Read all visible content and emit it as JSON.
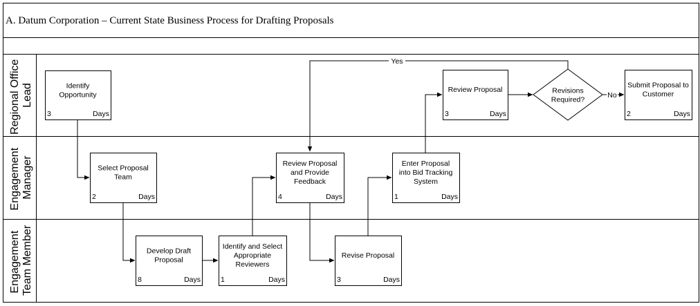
{
  "diagram": {
    "title": "A. Datum Corporation – Current State Business Process for Drafting Proposals",
    "lanes": [
      {
        "id": "rol",
        "label_lines": [
          "Regional Office",
          "Lead"
        ]
      },
      {
        "id": "em",
        "label_lines": [
          "Engagement",
          "Manager"
        ]
      },
      {
        "id": "etm",
        "label_lines": [
          "Engagement",
          "Team Member"
        ]
      }
    ],
    "unit_label": "Days",
    "steps": [
      {
        "id": "identify-opportunity",
        "lane": "rol",
        "lines": [
          "Identify",
          "Opportunity"
        ],
        "days": "3"
      },
      {
        "id": "select-proposal-team",
        "lane": "em",
        "lines": [
          "Select Proposal",
          "Team"
        ],
        "days": "2"
      },
      {
        "id": "develop-draft-proposal",
        "lane": "etm",
        "lines": [
          "Develop Draft",
          "Proposal"
        ],
        "days": "8"
      },
      {
        "id": "identify-select-reviewers",
        "lane": "etm",
        "lines": [
          "Identify and Select",
          "Appropriate",
          "Reviewers"
        ],
        "days": "1"
      },
      {
        "id": "review-proposal-feedback",
        "lane": "em",
        "lines": [
          "Review Proposal",
          "and Provide",
          "Feedback"
        ],
        "days": "4"
      },
      {
        "id": "revise-proposal",
        "lane": "etm",
        "lines": [
          "Revise Proposal"
        ],
        "days": "3"
      },
      {
        "id": "enter-bid-tracking",
        "lane": "em",
        "lines": [
          "Enter Proposal",
          "into Bid Tracking",
          "System"
        ],
        "days": "1"
      },
      {
        "id": "review-proposal",
        "lane": "rol",
        "lines": [
          "Review Proposal"
        ],
        "days": "3"
      },
      {
        "id": "submit-proposal",
        "lane": "rol",
        "lines": [
          "Submit Proposal to",
          "Customer"
        ],
        "days": "2"
      }
    ],
    "decision": {
      "id": "revisions-required",
      "lines": [
        "Revisions",
        "Required?"
      ]
    },
    "edge_labels": {
      "yes": "Yes",
      "no": "No"
    }
  }
}
